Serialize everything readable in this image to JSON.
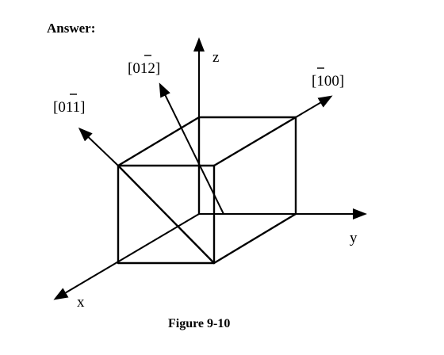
{
  "heading": "Answer:",
  "caption": "Figure 9-10",
  "axes": {
    "x": "x",
    "y": "y",
    "z": "z"
  },
  "directions": [
    {
      "id": "d012",
      "open": "[",
      "a": "0",
      "b": "1",
      "c": "2",
      "close": "]",
      "bar_on": "b"
    },
    {
      "id": "d100",
      "open": "[",
      "a": "1",
      "b": "0",
      "c": "0",
      "close": "]",
      "bar_on": "a"
    },
    {
      "id": "d011",
      "open": "[",
      "a": "0",
      "b": "1",
      "c": "1",
      "close": "]",
      "bar_on": "b"
    }
  ]
}
